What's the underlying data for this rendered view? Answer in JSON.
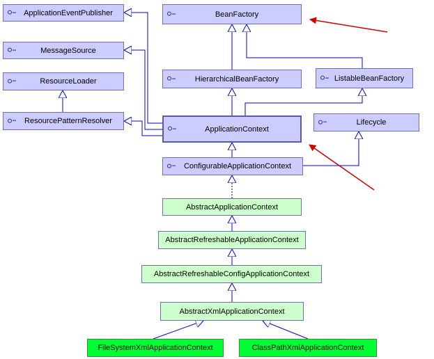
{
  "interfaces": {
    "application_event_publisher": "ApplicationEventPublisher",
    "bean_factory": "BeanFactory",
    "message_source": "MessageSource",
    "resource_loader": "ResourceLoader",
    "hierarchical_bean_factory": "HierarchicalBeanFactory",
    "listable_bean_factory": "ListableBeanFactory",
    "resource_pattern_resolver": "ResourcePatternResolver",
    "application_context": "ApplicationContext",
    "lifecycle": "Lifecycle",
    "configurable_application_context": "ConfigurableApplicationContext"
  },
  "classes": {
    "abstract_application_context": "AbstractApplicationContext",
    "abstract_refreshable_application_context": "AbstractRefreshableApplicationContext",
    "abstract_refreshable_config_application_context": "AbstractRefreshableConfigApplicationContext",
    "abstract_xml_application_context": "AbstractXmlApplicationContext",
    "file_system_xml_application_context": "FileSystemXmlApplicationContext",
    "class_path_xml_application_context": "ClassPathXmlApplicationContext"
  },
  "colors": {
    "interface_fill": "#ccccff",
    "abstract_fill": "#ccffcc",
    "concrete_fill": "#00ff33",
    "connector": "#0000cc",
    "annotation_arrow": "#cc0000"
  }
}
